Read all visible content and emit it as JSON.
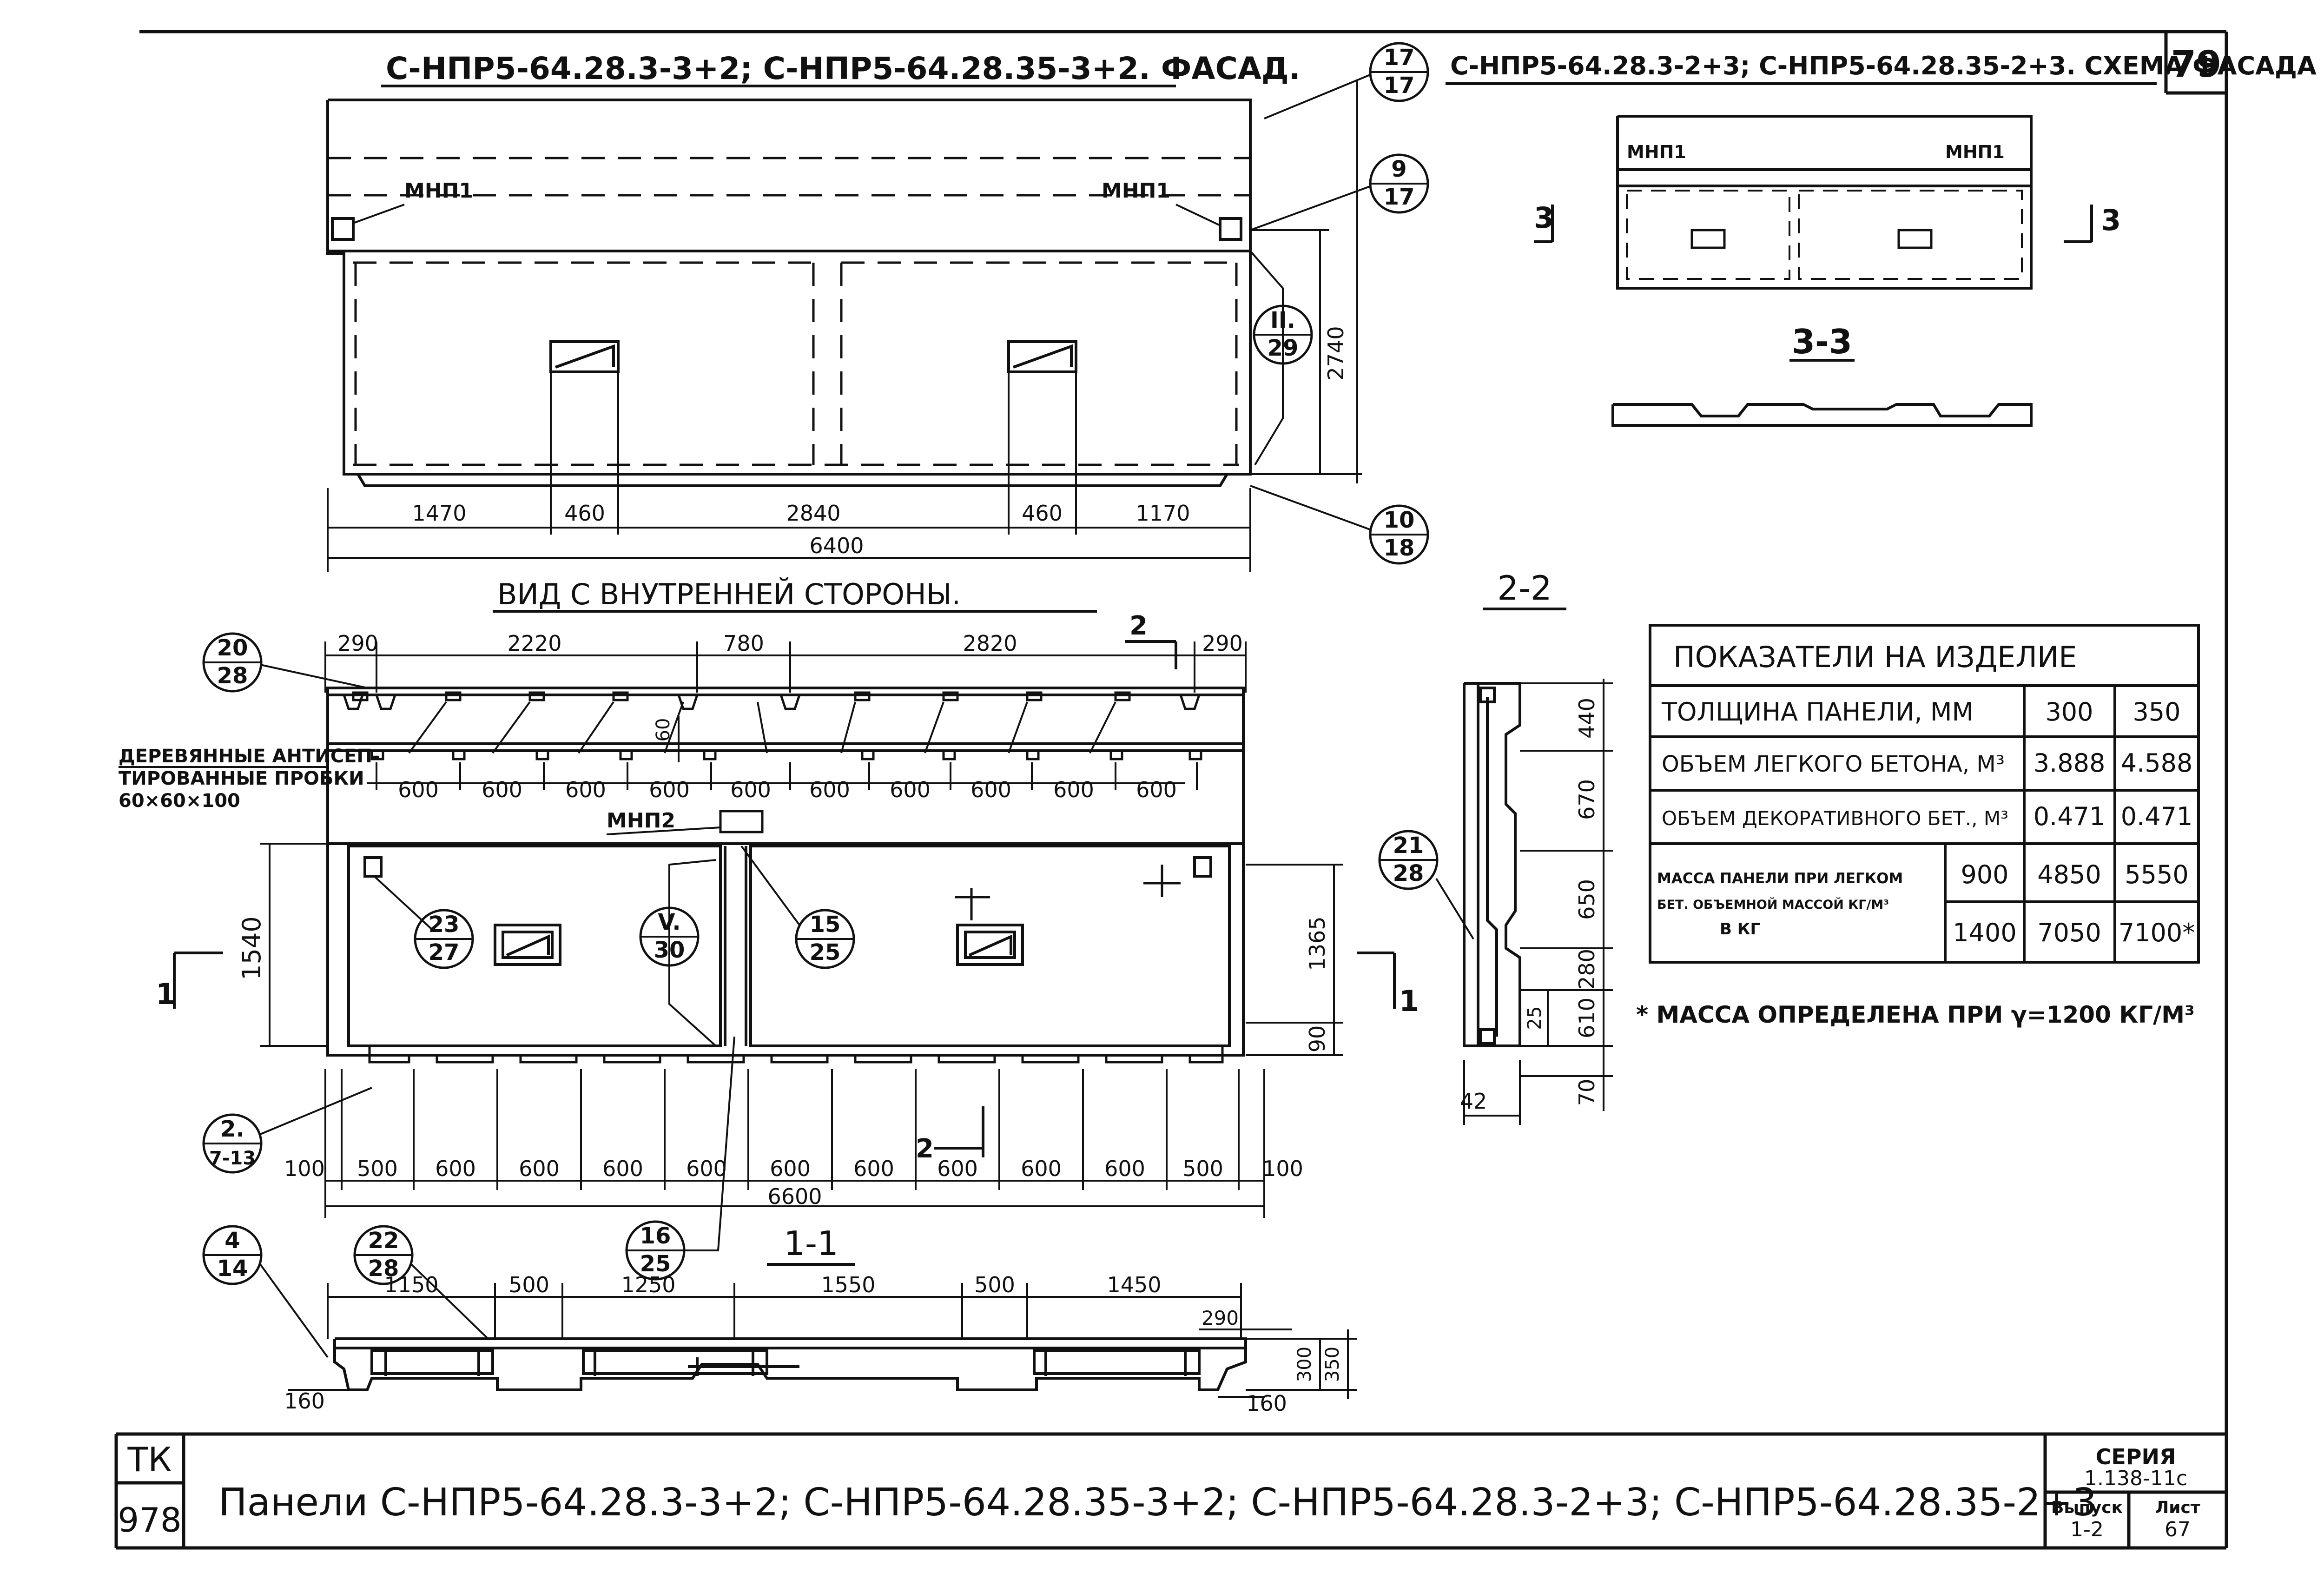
{
  "sheet": {
    "page_number": "79",
    "main_title": "Панели С-НПР5-64.28.3-3+2; С-НПР5-64.28.35-3+2; С-НПР5-64.28.3-2+3; С-НПР5-64.28.35-2+3",
    "tk_code_top": "ТК",
    "tk_code_bottom": "978",
    "series_label": "СЕРИЯ",
    "series_value": "1.138-11с",
    "issue_label": "Выпуск",
    "issue_value": "1-2",
    "sheet_label": "Лист",
    "sheet_value": "67"
  },
  "facade": {
    "title": "С-НПР5-64.28.3-3+2; С-НПР5-64.28.35-3+2. ФАСАД.",
    "insert_left": "МНП1",
    "insert_right": "МНП1",
    "height_dim": "2740",
    "dims": [
      "1470",
      "460",
      "2840",
      "460",
      "1170"
    ],
    "total": "6400",
    "callouts": [
      {
        "top": "17",
        "bottom": "17"
      },
      {
        "top": "9",
        "bottom": "17"
      },
      {
        "top": "II.",
        "bottom": "29"
      },
      {
        "top": "10",
        "bottom": "18"
      }
    ]
  },
  "scheme": {
    "title": "С-НПР5-64.28.3-2+3; С-НПР5-64.28.35-2+3. СХЕМА ФАСАДА",
    "insert_left": "МНП1",
    "insert_right": "МНП1",
    "mark_left": "3",
    "mark_right": "3",
    "section_title": "3-3"
  },
  "inner": {
    "title": "ВИД С ВНУТРЕННЕЙ СТОРОНЫ.",
    "top_dims": [
      "290",
      "2220",
      "780",
      "2820",
      "290"
    ],
    "section_mark_top": "2",
    "section_mark_bottom": "2",
    "dim_60": "60",
    "plug_note_1": "ДЕРЕВЯННЫЕ АНТИСЕП-",
    "plug_note_2": "ТИРОВАННЫЕ ПРОБКИ",
    "plug_note_3": "60×60×100",
    "spacing_dims": [
      "600",
      "600",
      "600",
      "600",
      "600",
      "600",
      "600",
      "600",
      "600",
      "600"
    ],
    "insert_mnp2": "МНП2",
    "height_left": "1540",
    "height_right": "1365",
    "dim_90": "90",
    "mark_left": "1",
    "mark_right": "1",
    "bottom_dims": [
      "100",
      "500",
      "600",
      "600",
      "600",
      "600",
      "600",
      "600",
      "600",
      "600",
      "600",
      "500",
      "100"
    ],
    "total": "6600",
    "callouts": [
      {
        "top": "20",
        "bottom": "28"
      },
      {
        "top": "23",
        "bottom": "27"
      },
      {
        "top": "V.",
        "bottom": "30"
      },
      {
        "top": "15",
        "bottom": "25"
      },
      {
        "top": "2.",
        "bottom": "7-13"
      }
    ]
  },
  "section22": {
    "title": "2-2",
    "dims": [
      "440",
      "670",
      "650",
      "280",
      "610",
      "70"
    ],
    "dim_25": "25",
    "dim_42": "42",
    "callout": {
      "top": "21",
      "bottom": "28"
    }
  },
  "section11": {
    "title": "1-1",
    "dims": [
      "1150",
      "500",
      "1250",
      "1550",
      "500",
      "1450"
    ],
    "dim_290": "290",
    "dim_300": "300",
    "dim_350": "350",
    "dim_160_left": "160",
    "dim_160_right": "160",
    "callouts": [
      {
        "top": "4",
        "bottom": "14"
      },
      {
        "top": "22",
        "bottom": "28"
      },
      {
        "top": "16",
        "bottom": "25"
      }
    ]
  },
  "table": {
    "title": "ПОКАЗАТЕЛИ НА ИЗДЕЛИЕ",
    "rows": [
      {
        "label": "ТОЛЩИНА ПАНЕЛИ,   ММ",
        "a": "300",
        "b": "350"
      },
      {
        "label": "ОБЪЕМ ЛЕГКОГО БЕТОНА, М³",
        "a": "3.888",
        "b": "4.588"
      },
      {
        "label": "ОБЪЕМ ДЕКОРАТИВНОГО БЕТ., М³",
        "a": "0.471",
        "b": "0.471"
      }
    ],
    "mass_label_1": "МАССА ПАНЕЛИ ПРИ ЛЕГКОМ",
    "mass_label_2": "БЕТ. ОБЪЕМНОЙ МАССОЙ КГ/М³",
    "mass_label_3": "В КГ",
    "mass_rows": [
      {
        "density": "900",
        "a": "4850",
        "b": "5550"
      },
      {
        "density": "1400",
        "a": "7050",
        "b": "7100*"
      }
    ],
    "footnote": "* МАССА ОПРЕДЕЛЕНА ПРИ γ=1200 КГ/М³"
  }
}
